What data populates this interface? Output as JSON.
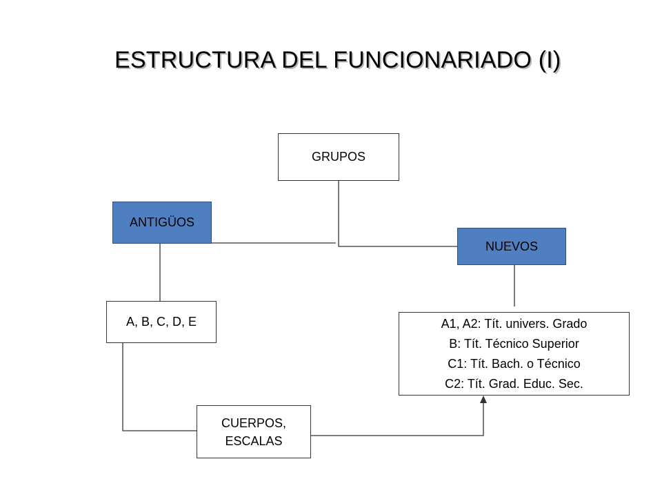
{
  "title": "ESTRUCTURA DEL FUNCIONARIADO (I)",
  "nodes": {
    "grupos": "GRUPOS",
    "antiguos": "ANTIGÜOS",
    "nuevos": "NUEVOS",
    "antiguos_list": "A, B, C, D, E",
    "nuevos_list": [
      "A1, A2: Tít. univers. Grado",
      "B: Tít. Técnico Superior",
      "C1: Tít. Bach. o Técnico",
      "C2: Tít. Grad. Educ. Sec."
    ],
    "cuerpos": [
      "CUERPOS,",
      "ESCALAS"
    ]
  },
  "colors": {
    "filled_box": "#4f7fc1",
    "line": "#333333"
  }
}
